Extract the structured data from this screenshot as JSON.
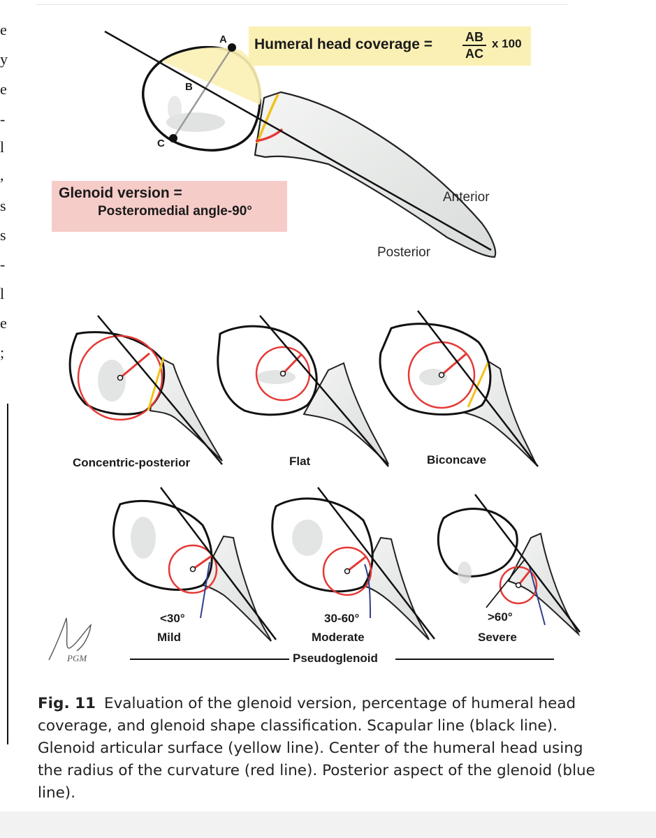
{
  "left_margin_fragments": [
    "e",
    "y",
    "e",
    "-",
    "l",
    ",",
    "s",
    "s",
    "-",
    "l",
    "e",
    ";"
  ],
  "coverage": {
    "label": "Humeral head coverage =",
    "numerator": "AB",
    "denominator": "AC",
    "multiplier": "x 100"
  },
  "version": {
    "line1": "Glenoid version =",
    "line2": "Posteromedial angle-90°"
  },
  "points": {
    "a": "A",
    "b": "B",
    "c": "C"
  },
  "directions": {
    "anterior": "Anterior",
    "posterior": "Posterior"
  },
  "shapes": {
    "concentric": "Concentric-posterior",
    "flat": "Flat",
    "biconcave": "Biconcave"
  },
  "severity": {
    "mild_angle": "<30°",
    "mild": "Mild",
    "moderate_angle": "30-60°",
    "moderate": "Moderate",
    "severe_angle": ">60°",
    "severe": "Severe"
  },
  "pseudoglenoid": "Pseudoglenoid",
  "signature": "PGM",
  "caption": {
    "fig_label": "Fig. 11",
    "text": "Evaluation of the glenoid version, percentage of humeral head coverage, and glenoid shape classification. Scapular line (black line). Glenoid articular surface (yellow line). Center of the humeral head using the radius of the curvature (red line). Posterior aspect of the glenoid (blue line)."
  },
  "colors": {
    "scapular_line": "#111111",
    "articular_surface": "#f2c21a",
    "curvature_radius": "#e53935",
    "posterior_aspect": "#2f3f8f",
    "coverage_box": "#fbf0b4",
    "version_box": "#f6ccc8"
  }
}
